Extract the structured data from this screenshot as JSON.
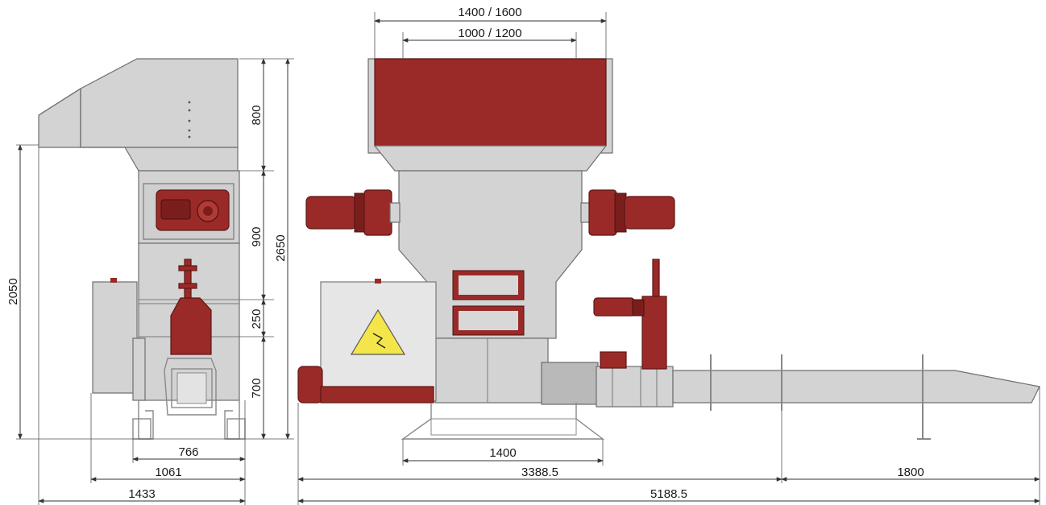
{
  "colors": {
    "machine_body": "#d3d3d3",
    "motor_red": "#9a2a27",
    "warning_yellow": "#f4e64a",
    "dimension_line": "#333333"
  },
  "icons": {
    "warning_sign": "high-voltage-warning-icon"
  },
  "dimensions": {
    "top_outer": "1400 / 1600",
    "top_inner": "1000 / 1200",
    "hopper_height": "800",
    "chamber_height": "900",
    "gap_height": "250",
    "base_height": "700",
    "total_height": "2650",
    "outlet_height": "2050",
    "side_width_inner": "766",
    "side_width_mid": "1061",
    "side_width_total": "1433",
    "front_base_width": "1400",
    "front_main_length": "3388.5",
    "conveyor_length": "1800",
    "total_length": "5188.5"
  }
}
